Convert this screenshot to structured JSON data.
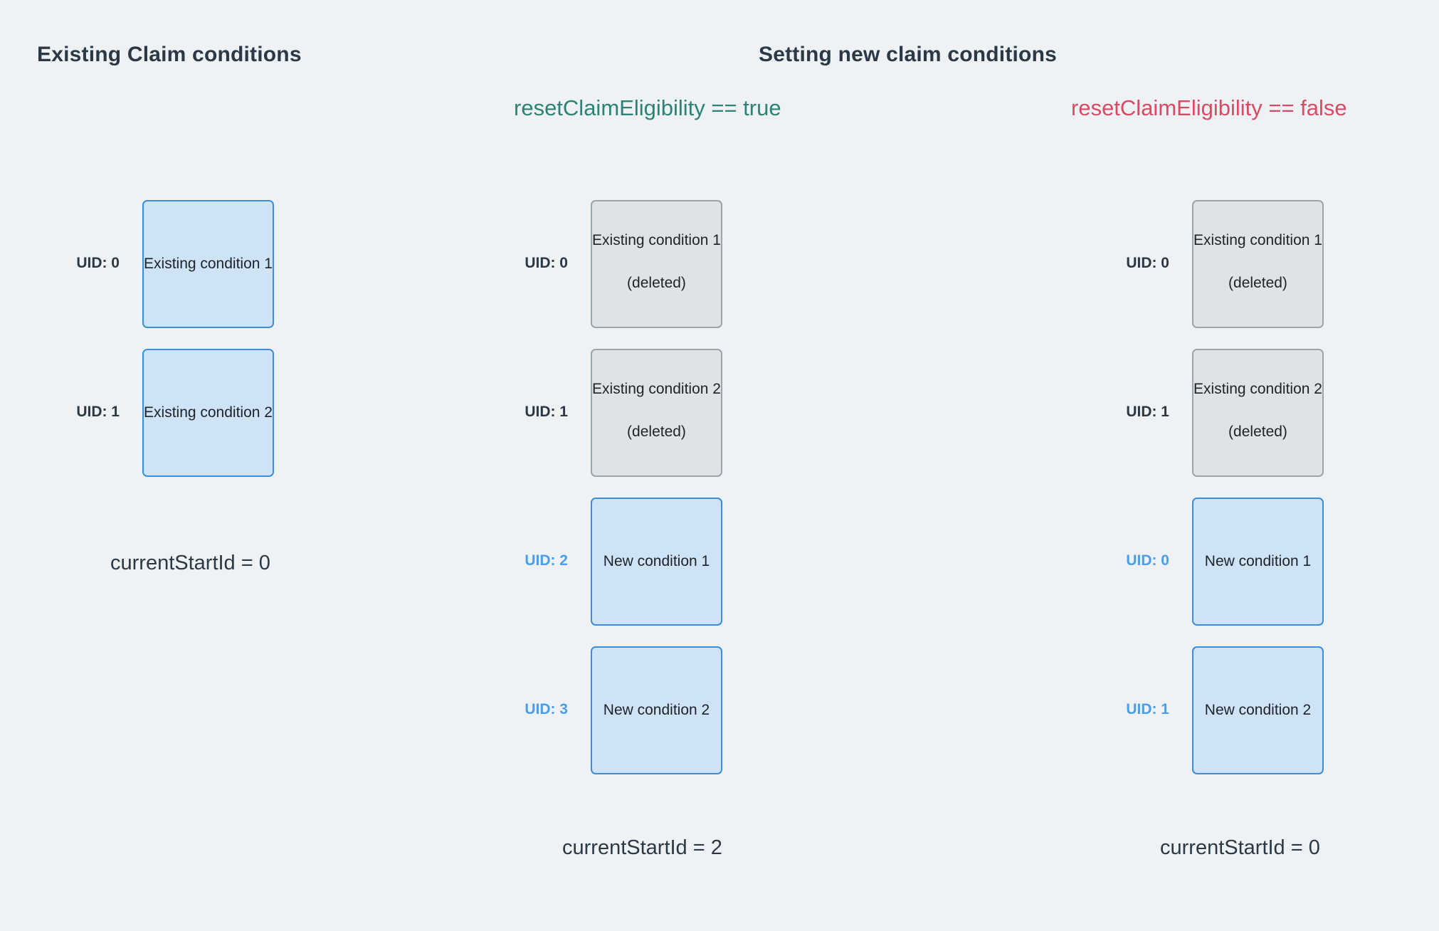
{
  "headings": {
    "left": "Existing Claim conditions",
    "right": "Setting new claim conditions"
  },
  "expressions": {
    "true_branch": "resetClaimEligibility == true",
    "false_branch": "resetClaimEligibility == false",
    "true_color": "#2d8275",
    "false_color": "#d74b63"
  },
  "colors": {
    "background": "#eef2f5",
    "blue_fill": "#cfe3f7",
    "blue_border": "#3c8edd",
    "gray_fill": "#dfe3e6",
    "gray_border": "#99a4ad",
    "uid_accent": "#4a9eea",
    "text": "#2b3845"
  },
  "columns": {
    "existing": {
      "start_id_label": "currentStartId = 0",
      "items": [
        {
          "uid": "UID: 0",
          "uid_accent": false,
          "title": "Existing condition 1",
          "sub": "",
          "style": "blue"
        },
        {
          "uid": "UID: 1",
          "uid_accent": false,
          "title": "Existing condition 2",
          "sub": "",
          "style": "blue"
        }
      ]
    },
    "reset_true": {
      "start_id_label": "currentStartId = 2",
      "items": [
        {
          "uid": "UID: 0",
          "uid_accent": false,
          "title": "Existing condition 1",
          "sub": "(deleted)",
          "style": "gray"
        },
        {
          "uid": "UID: 1",
          "uid_accent": false,
          "title": "Existing condition 2",
          "sub": "(deleted)",
          "style": "gray"
        },
        {
          "uid": "UID: 2",
          "uid_accent": true,
          "title": "New condition 1",
          "sub": "",
          "style": "blue"
        },
        {
          "uid": "UID: 3",
          "uid_accent": true,
          "title": "New condition 2",
          "sub": "",
          "style": "blue"
        }
      ]
    },
    "reset_false": {
      "start_id_label": "currentStartId = 0",
      "items": [
        {
          "uid": "UID: 0",
          "uid_accent": false,
          "title": "Existing condition 1",
          "sub": "(deleted)",
          "style": "gray"
        },
        {
          "uid": "UID: 1",
          "uid_accent": false,
          "title": "Existing condition 2",
          "sub": "(deleted)",
          "style": "gray"
        },
        {
          "uid": "UID: 0",
          "uid_accent": true,
          "title": "New condition 1",
          "sub": "",
          "style": "blue"
        },
        {
          "uid": "UID: 1",
          "uid_accent": true,
          "title": "New condition 2",
          "sub": "",
          "style": "blue"
        }
      ]
    }
  }
}
